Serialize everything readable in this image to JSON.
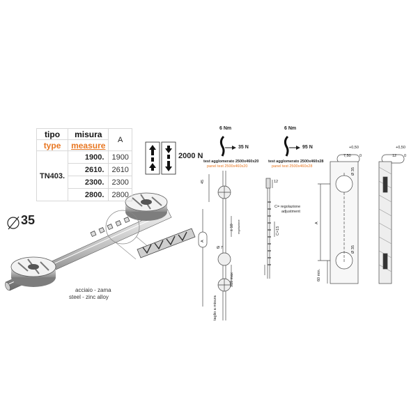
{
  "table": {
    "h_tipo": "tipo",
    "h_type": "type",
    "h_misura": "misura",
    "h_measure": "measure",
    "h_a": "A",
    "code": "TN403.",
    "rows": [
      {
        "measure": "1900.",
        "a": "1900"
      },
      {
        "measure": "2610.",
        "a": "2610"
      },
      {
        "measure": "2300.",
        "a": "2300"
      },
      {
        "measure": "2800.",
        "a": "2800"
      }
    ]
  },
  "diameter": "35",
  "material": {
    "it": "acciaio - zama",
    "en": "steel - zinc alloy"
  },
  "load": "2000 N",
  "test1": {
    "torque": "6 Nm",
    "pull": "35 N",
    "it": "test agglomerato 2500x460x20",
    "en": "panel test 2500x460x20"
  },
  "test2": {
    "torque": "6 Nm",
    "pull": "95 N",
    "it": "test agglomerato 2500x460x28",
    "en": "panel test 2500x460x28"
  },
  "dims": {
    "d45": "45",
    "a_label": "A",
    "d10": "± 10",
    "regolazione": "regolazione",
    "d7": "Ø 7",
    "d18": "±18 max",
    "cut": "taglio a misura",
    "d12": "12",
    "c_note_it": "C= regolazione",
    "c_note_en": "adjustment",
    "c15": "C=15",
    "tol1_top": "+0,50",
    "tol1_bottom": "0",
    "dim1": "7,50",
    "tol2_top": "+0,50",
    "tol2_bottom": "0",
    "dim2": "12",
    "hole_top": "Ø 35",
    "hole_bottom": "Ø 35",
    "a2": "A",
    "min": "60 min."
  },
  "colors": {
    "accent": "#e87722",
    "line": "#333333"
  }
}
